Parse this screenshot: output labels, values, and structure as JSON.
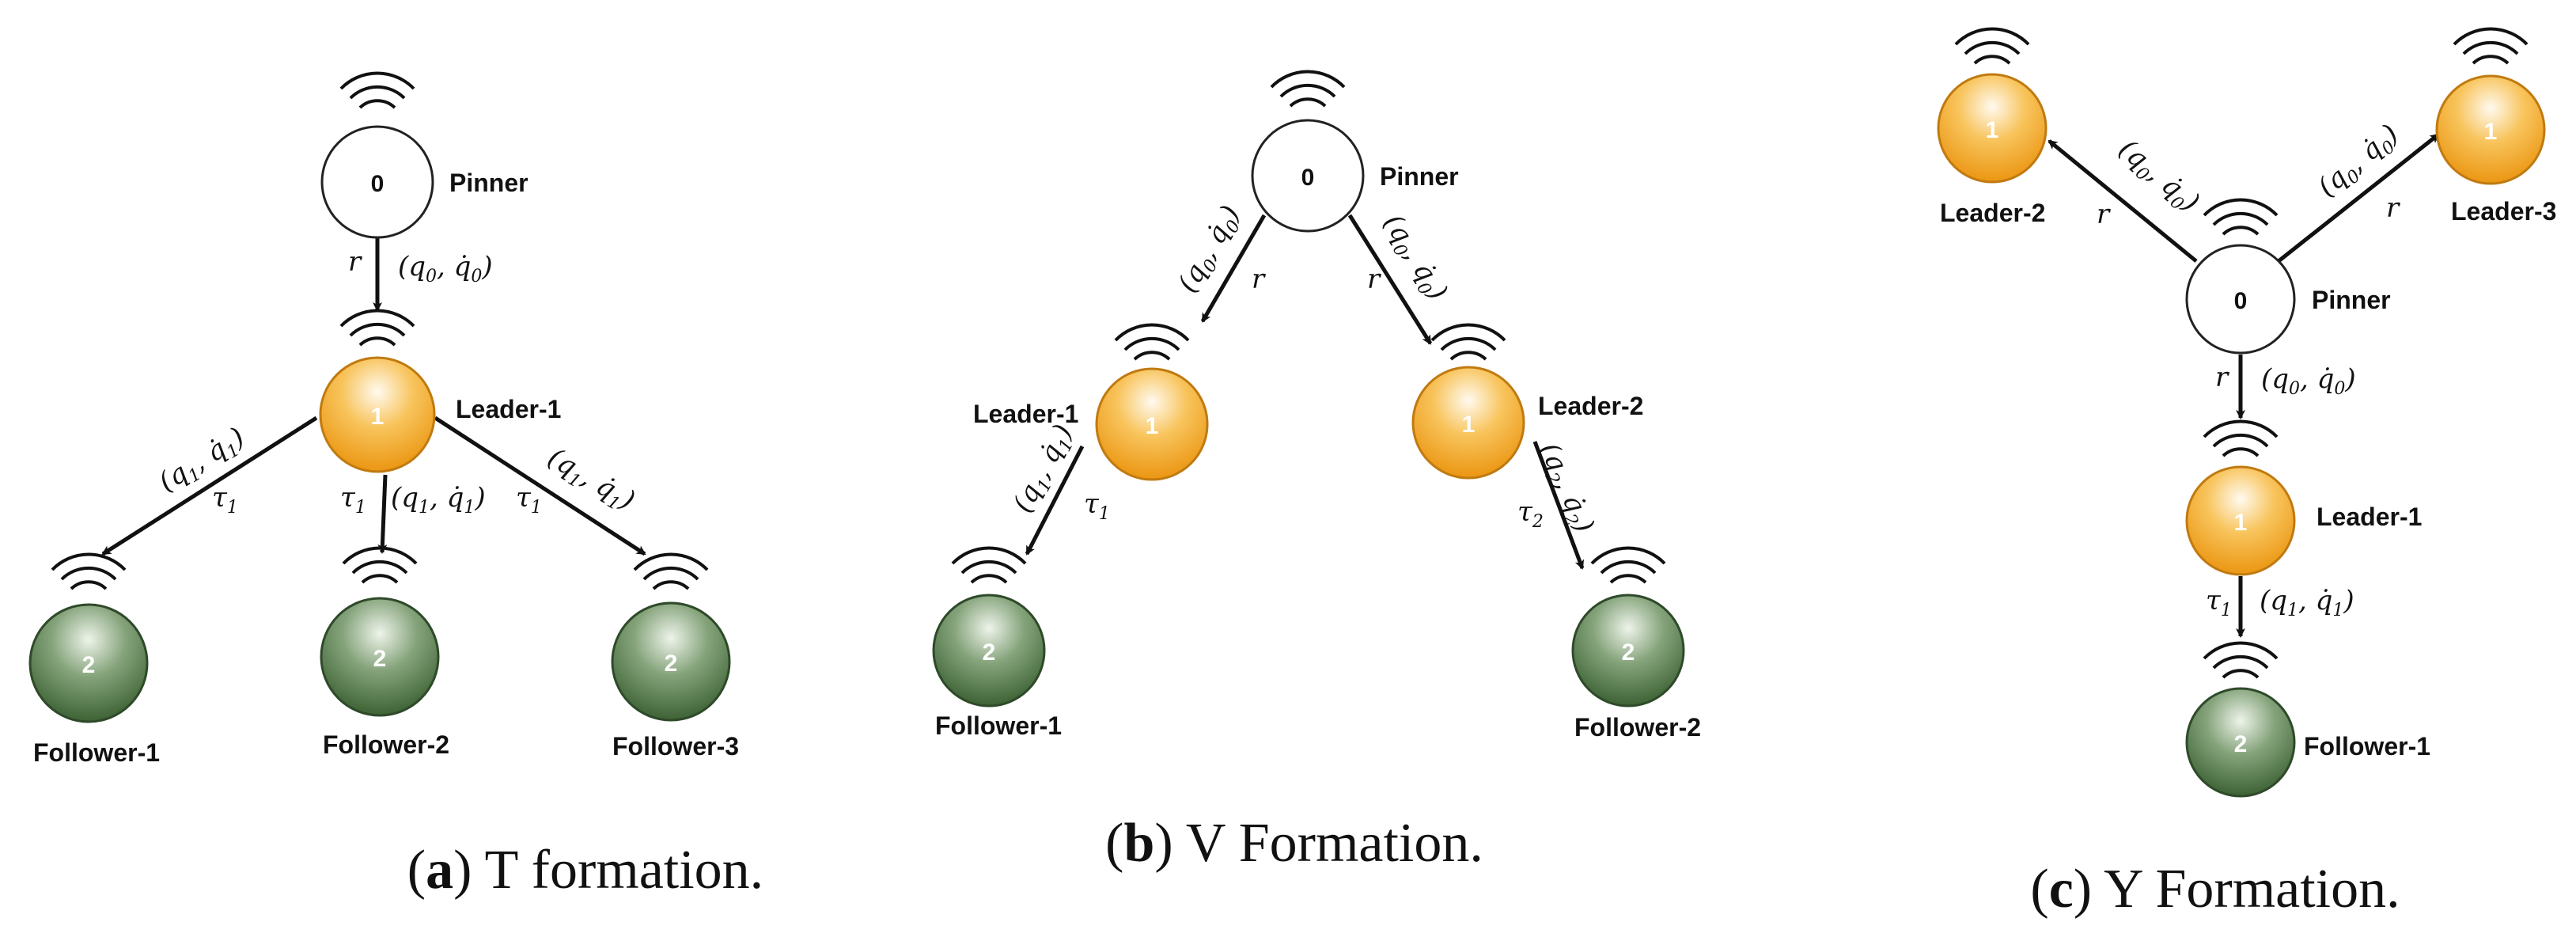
{
  "panels": {
    "a": {
      "caption_letter": "a",
      "caption_text": "T formation."
    },
    "b": {
      "caption_letter": "b",
      "caption_text": "V Formation."
    },
    "c": {
      "caption_letter": "c",
      "caption_text": "Y Formation."
    }
  },
  "labels": {
    "pinner": "Pinner",
    "leader1": "Leader-1",
    "leader2": "Leader-2",
    "leader3": "Leader-3",
    "follower1": "Follower-1",
    "follower2": "Follower-2",
    "follower3": "Follower-3"
  },
  "node_numbers": {
    "pinner": "0",
    "leader": "1",
    "follower": "2"
  },
  "edge_labels": {
    "r": "r",
    "tau": "τ",
    "q0pair_base": "(q",
    "q1pair_base": "(q",
    "sub0": "0",
    "sub1": "1",
    "sub2": "2"
  },
  "colors": {
    "pinner_fill": "#ffffff",
    "pinner_stroke": "#222222",
    "leader_top": "#fdf1d3",
    "leader_bottom": "#f0a01e",
    "leader_stroke": "#c07a10",
    "follower_top": "#d9e6d2",
    "follower_bottom": "#3f6b36",
    "follower_stroke": "#2f4a2a"
  }
}
